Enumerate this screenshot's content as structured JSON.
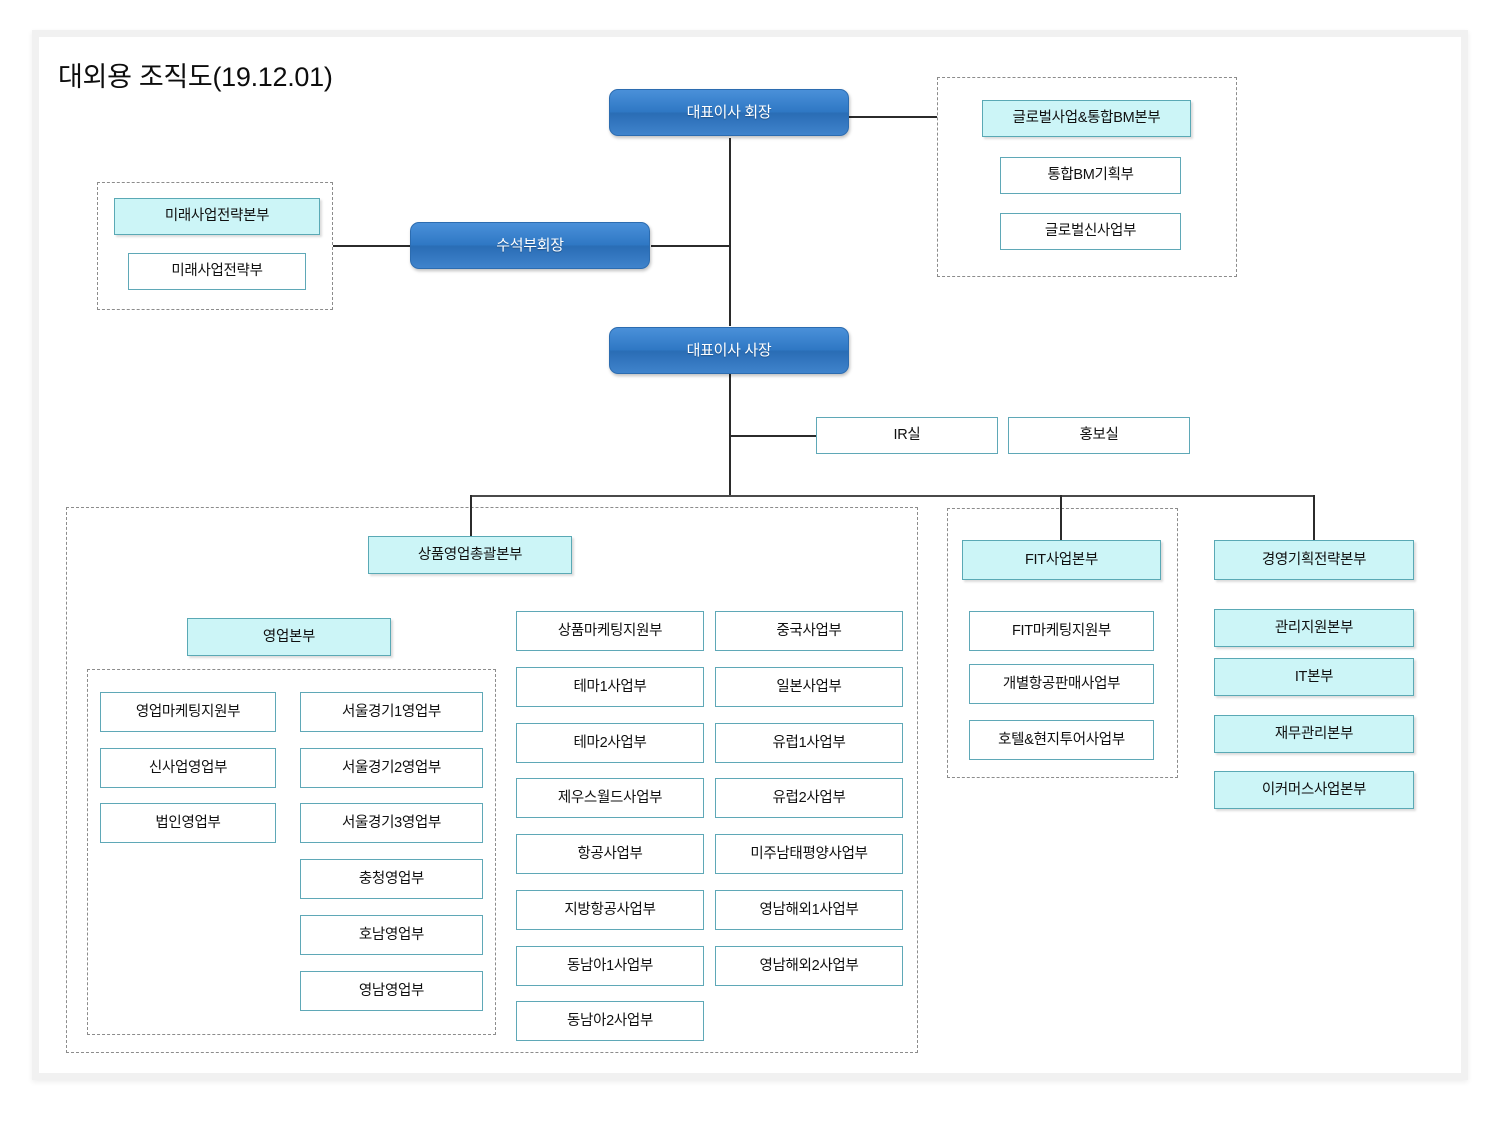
{
  "page": {
    "title": "대외용 조직도(19.12.01)"
  },
  "colors": {
    "exec_fill": "#2f78c4",
    "cyan_fill": "#ccf5f7",
    "cyan_border": "#5aa9b5",
    "white_border": "#5fa8b7",
    "dashed_border": "#8c8c8c",
    "connector": "#2b2b2b",
    "page_frame": "#f1f1f1"
  },
  "executives": {
    "chairman": "대표이사 회장",
    "vice_chairman": "수석부회장",
    "president": "대표이사 사장"
  },
  "staff_offices": [
    {
      "label": "IR실"
    },
    {
      "label": "홍보실"
    }
  ],
  "future_group": {
    "head": "미래사업전략본부",
    "children": [
      {
        "label": "미래사업전략부"
      }
    ]
  },
  "global_group": {
    "head": "글로벌사업&통합BM본부",
    "children": [
      {
        "label": "통합BM기획부"
      },
      {
        "label": "글로벌신사업부"
      }
    ]
  },
  "product_sales_group": {
    "head": "상품영업총괄본부",
    "sales_division": {
      "head": "영업본부",
      "column_left": [
        {
          "label": "영업마케팅지원부"
        },
        {
          "label": "신사업영업부"
        },
        {
          "label": "법인영업부"
        }
      ],
      "column_right": [
        {
          "label": "서울경기1영업부"
        },
        {
          "label": "서울경기2영업부"
        },
        {
          "label": "서울경기3영업부"
        },
        {
          "label": "충청영업부"
        },
        {
          "label": "호남영업부"
        },
        {
          "label": "영남영업부"
        }
      ]
    },
    "column_middle": [
      {
        "label": "상품마케팅지원부"
      },
      {
        "label": "테마1사업부"
      },
      {
        "label": "테마2사업부"
      },
      {
        "label": "제우스월드사업부"
      },
      {
        "label": "항공사업부"
      },
      {
        "label": "지방항공사업부"
      },
      {
        "label": "동남아1사업부"
      },
      {
        "label": "동남아2사업부"
      }
    ],
    "column_right": [
      {
        "label": "중국사업부"
      },
      {
        "label": "일본사업부"
      },
      {
        "label": "유럽1사업부"
      },
      {
        "label": "유럽2사업부"
      },
      {
        "label": "미주남태평양사업부"
      },
      {
        "label": "영남해외1사업부"
      },
      {
        "label": "영남해외2사업부"
      }
    ]
  },
  "fit_group": {
    "head": "FIT사업본부",
    "children": [
      {
        "label": "FIT마케팅지원부"
      },
      {
        "label": "개별항공판매사업부"
      },
      {
        "label": "호텔&현지투어사업부"
      }
    ]
  },
  "management_group": {
    "head": "경영기획전략본부",
    "children": [
      {
        "label": "관리지원본부"
      },
      {
        "label": "IT본부"
      },
      {
        "label": "재무관리본부"
      },
      {
        "label": "이커머스사업본부"
      }
    ]
  }
}
